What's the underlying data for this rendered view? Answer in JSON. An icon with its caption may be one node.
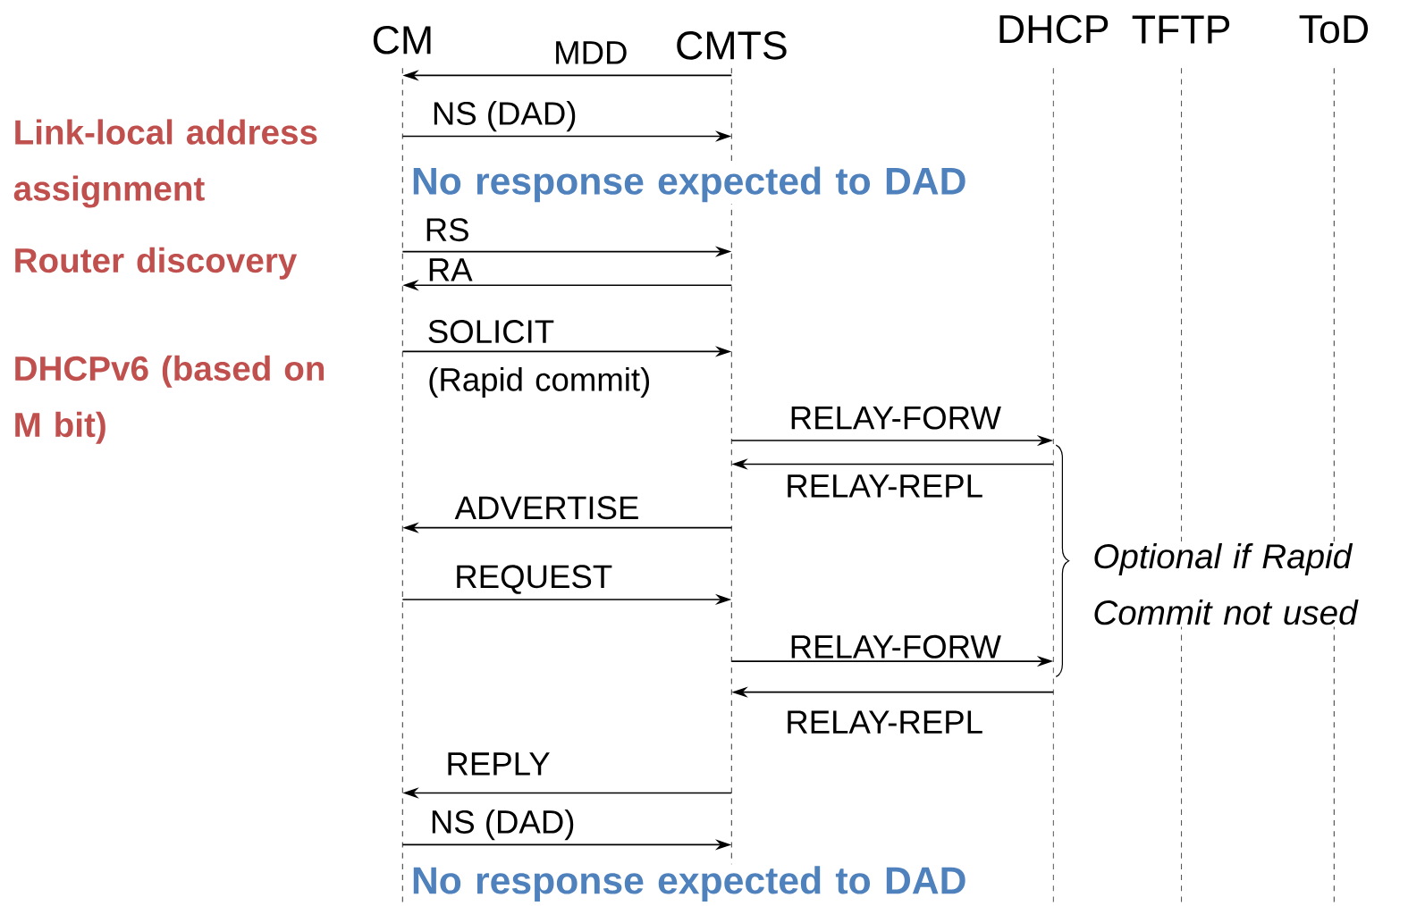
{
  "diagram": {
    "nodes": [
      {
        "text": [
          "CM"
        ]
      },
      {
        "text": [
          "CMTS"
        ]
      },
      {
        "text": [
          "DHCP"
        ]
      },
      {
        "text": [
          "TFTP"
        ]
      },
      {
        "text": [
          "ToD"
        ]
      }
    ],
    "edges": [
      {
        "from": 1,
        "to": 0,
        "arrow": "to",
        "label": "MDD"
      },
      {
        "from": 0,
        "to": 1,
        "arrow": "to",
        "label": "NS (DAD)"
      },
      {
        "from": 0,
        "to": 1,
        "arrow": "to",
        "label": "RS"
      },
      {
        "from": 1,
        "to": 0,
        "arrow": "to",
        "label": "RA"
      },
      {
        "from": 0,
        "to": 1,
        "arrow": "to",
        "label": "SOLICIT"
      },
      {
        "from": 1,
        "to": 2,
        "arrow": "to",
        "label": "RELAY-FORW"
      },
      {
        "from": 2,
        "to": 1,
        "arrow": "to",
        "label": "RELAY-REPL"
      },
      {
        "from": 1,
        "to": 0,
        "arrow": "to",
        "label": "ADVERTISE"
      },
      {
        "from": 0,
        "to": 1,
        "arrow": "to",
        "label": "REQUEST"
      },
      {
        "from": 1,
        "to": 2,
        "arrow": "to",
        "label": "RELAY-FORW"
      },
      {
        "from": 2,
        "to": 1,
        "arrow": "to",
        "label": "RELAY-REPL"
      },
      {
        "from": 1,
        "to": 0,
        "arrow": "to",
        "label": "REPLY"
      },
      {
        "from": 0,
        "to": 1,
        "arrow": "to",
        "label": "NS (DAD)"
      }
    ],
    "labels": [
      "Link-local address assignment",
      "No response expected to DAD",
      "Router discovery",
      "DHCPv6 (based on M bit)",
      "(Rapid commit)",
      "Optional if Rapid Commit not used",
      "No response expected to DAD"
    ]
  }
}
